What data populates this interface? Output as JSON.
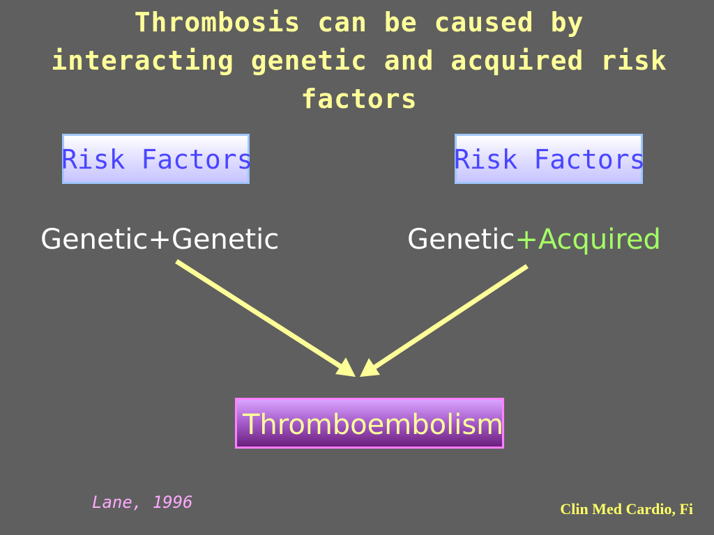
{
  "title": "Thrombosis can be caused by interacting genetic and acquired risk factors",
  "left": {
    "box_label": "Risk Factors",
    "combination": "Genetic+Genetic"
  },
  "right": {
    "box_label": "Risk Factors",
    "combination_part1": "Genetic",
    "combination_part2": "+Acquired"
  },
  "outcome": "Thromboembolism",
  "citation": "Lane, 1996",
  "footer": "Clin Med Cardio, Fi",
  "colors": {
    "background": "#5f5f5f",
    "title": "#ffff99",
    "risk_factor_text": "#4a45ff",
    "acquired": "#a6ff66",
    "arrow": "#ffff99",
    "outcome_border": "#ff80ff",
    "citation": "#ffaaff"
  }
}
